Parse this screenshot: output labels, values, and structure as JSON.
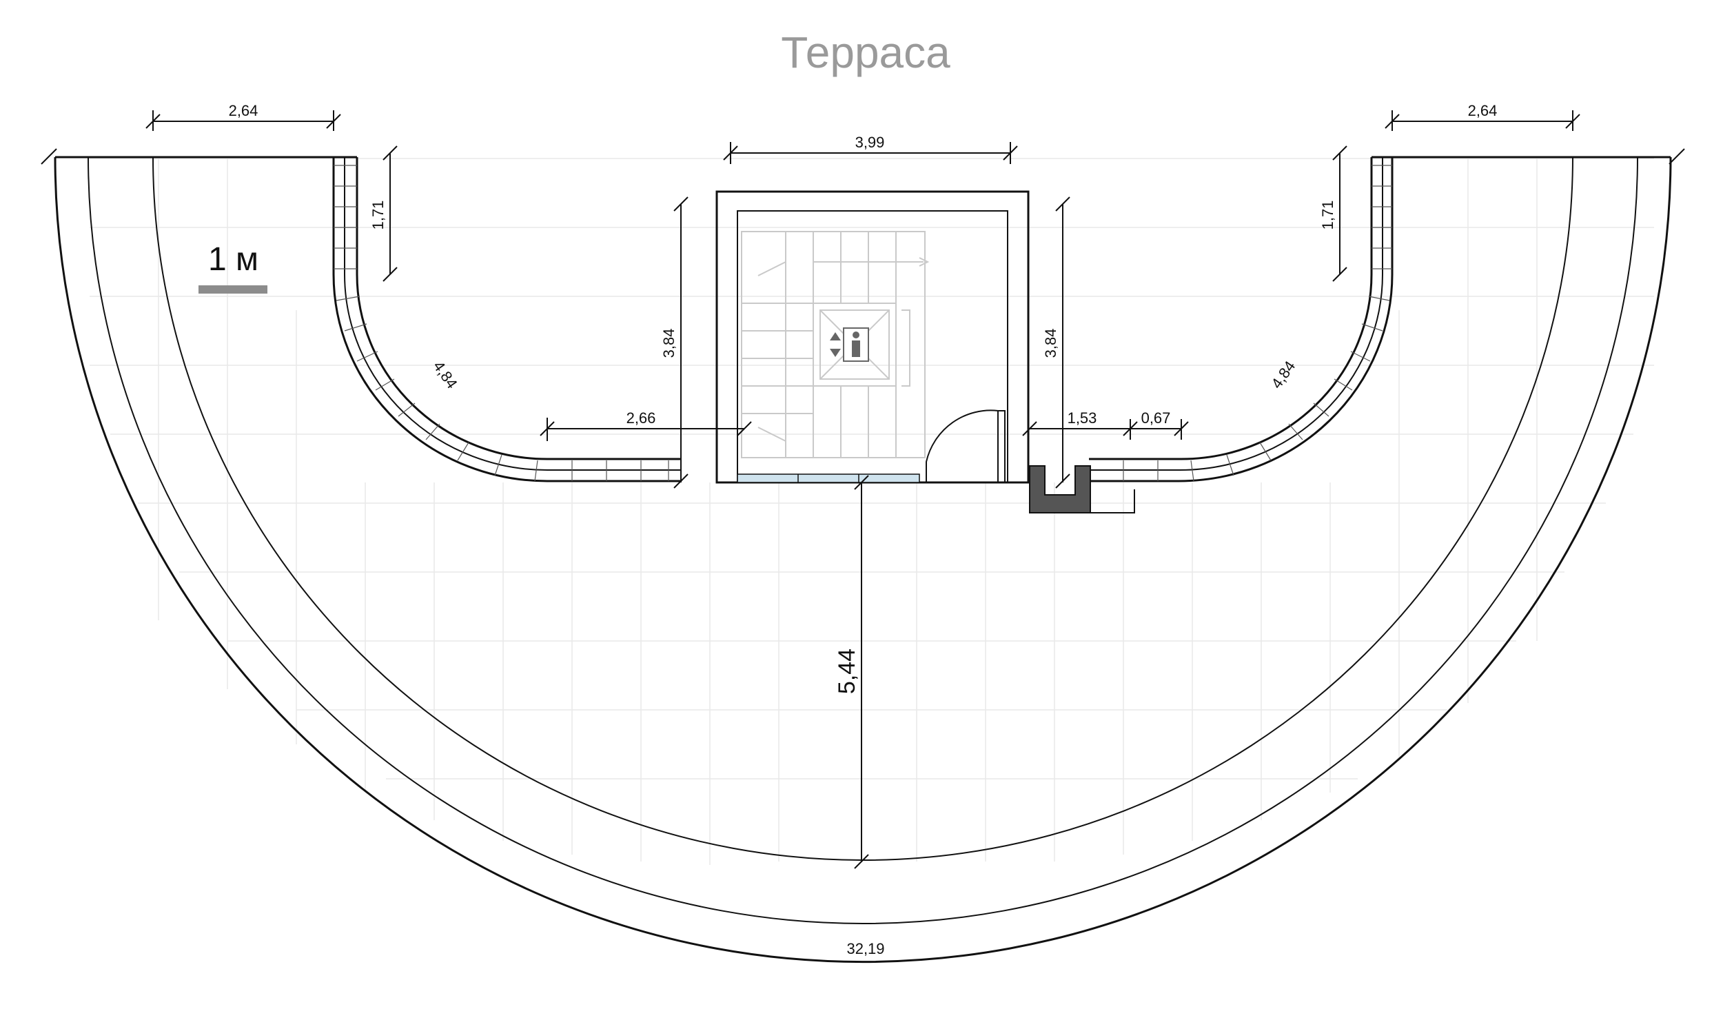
{
  "title": "Терраса",
  "scale_label": "1 м",
  "dimensions": {
    "left_top_width": "2,64",
    "right_top_width": "2,64",
    "left_vertical": "1,71",
    "right_vertical": "1,71",
    "left_arc": "4,84",
    "right_arc": "4,84",
    "stair_width": "3,99",
    "left_segment": "2,66",
    "stair_depth_left": "3,84",
    "stair_depth_right": "3,84",
    "right_segment": "1,53",
    "right_small_segment": "0,67",
    "terrace_depth": "5,44",
    "outer_length": "32,19"
  },
  "colors": {
    "title": "#9a9a9a",
    "scale_bar": "#8c8c8c",
    "chimney": "#555555",
    "glazing": "#cfe3ee"
  }
}
